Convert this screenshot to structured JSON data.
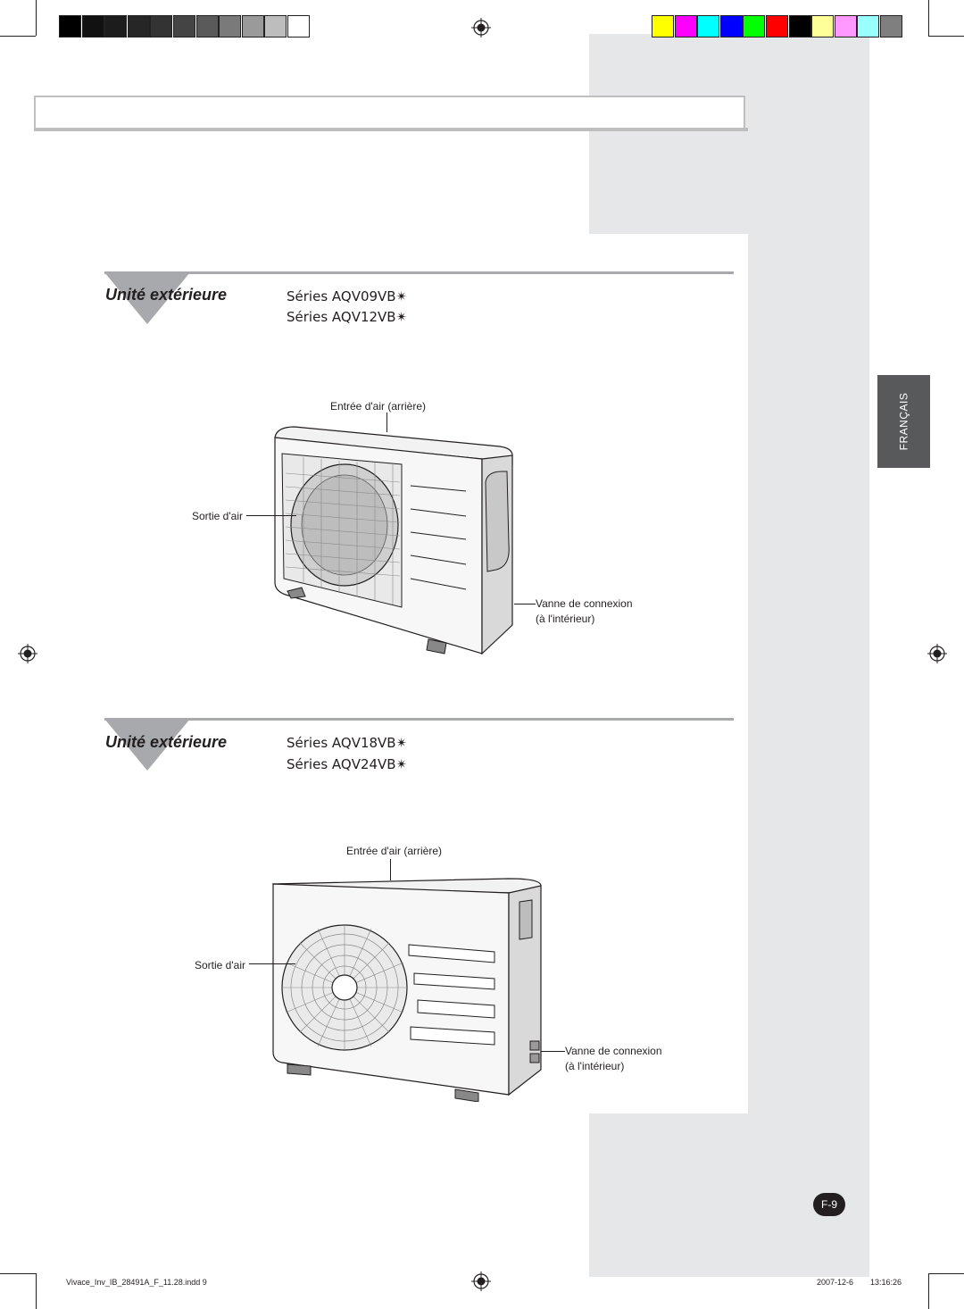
{
  "color_bar": {
    "grays": [
      "#000000",
      "#111111",
      "#1c1c1c",
      "#262626",
      "#333333",
      "#444444",
      "#5a5a5a",
      "#7a7a7a",
      "#9a9a9a",
      "#bdbdbd",
      "#ffffff"
    ],
    "colors": [
      "#ffff00",
      "#ff00ff",
      "#00ffff",
      "#0000ff",
      "#00ff00",
      "#ff0000",
      "#000000",
      "#ffff99",
      "#ff99ff",
      "#99ffff",
      "#7f7f7f"
    ]
  },
  "language_tab": "FRANÇAIS",
  "sections": [
    {
      "title": "Unité extérieure",
      "series": [
        "Séries AQV09VB✴",
        "Séries AQV12VB✴"
      ],
      "labels": {
        "air_inlet": "Entrée d'air (arrière)",
        "air_outlet": "Sortie d'air",
        "valve_line1": "Vanne de connexion",
        "valve_line2": "(à l'intérieur)"
      }
    },
    {
      "title": "Unité extérieure",
      "series": [
        "Séries AQV18VB✴",
        "Séries AQV24VB✴"
      ],
      "labels": {
        "air_inlet": "Entrée d'air (arrière)",
        "air_outlet": "Sortie d'air",
        "valve_line1": "Vanne de connexion",
        "valve_line2": "(à l'intérieur)"
      }
    }
  ],
  "page_number": "F-9",
  "footer": {
    "file": "Vivace_Inv_IB_28491A_F_11.28.indd   9",
    "date": "2007-12-6",
    "time": "13:16:26"
  },
  "accent_colors": {
    "panel_gray": "#e6e7e8",
    "tab_gray": "#58595b",
    "triangle_gray": "#a7a9ac"
  }
}
